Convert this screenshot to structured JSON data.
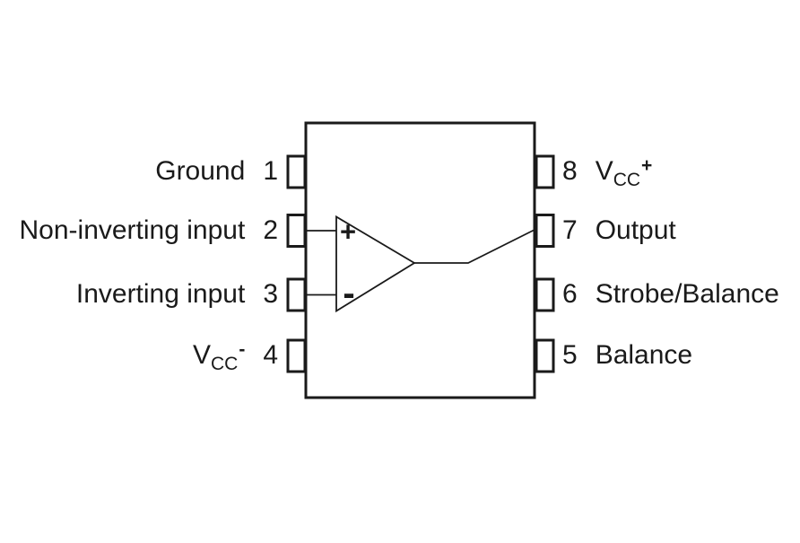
{
  "diagram": {
    "type": "ic-pinout-8-pin-dip-opamp",
    "left_pins": [
      {
        "number": "1",
        "label": "Ground"
      },
      {
        "number": "2",
        "label": "Non-inverting input"
      },
      {
        "number": "3",
        "label": "Inverting input"
      },
      {
        "number": "4",
        "label_base": "V",
        "label_sub": "CC",
        "label_sup": "-"
      }
    ],
    "right_pins": [
      {
        "number": "8",
        "label_base": "V",
        "label_sub": "CC",
        "label_sup": "+"
      },
      {
        "number": "7",
        "label": "Output"
      },
      {
        "number": "6",
        "label": "Strobe/Balance"
      },
      {
        "number": "5",
        "label": "Balance"
      }
    ],
    "opamp": {
      "non_inverting_marker": "+",
      "inverting_marker": "-"
    }
  },
  "colors": {
    "line": "#1a1a1a",
    "background": "#ffffff"
  }
}
